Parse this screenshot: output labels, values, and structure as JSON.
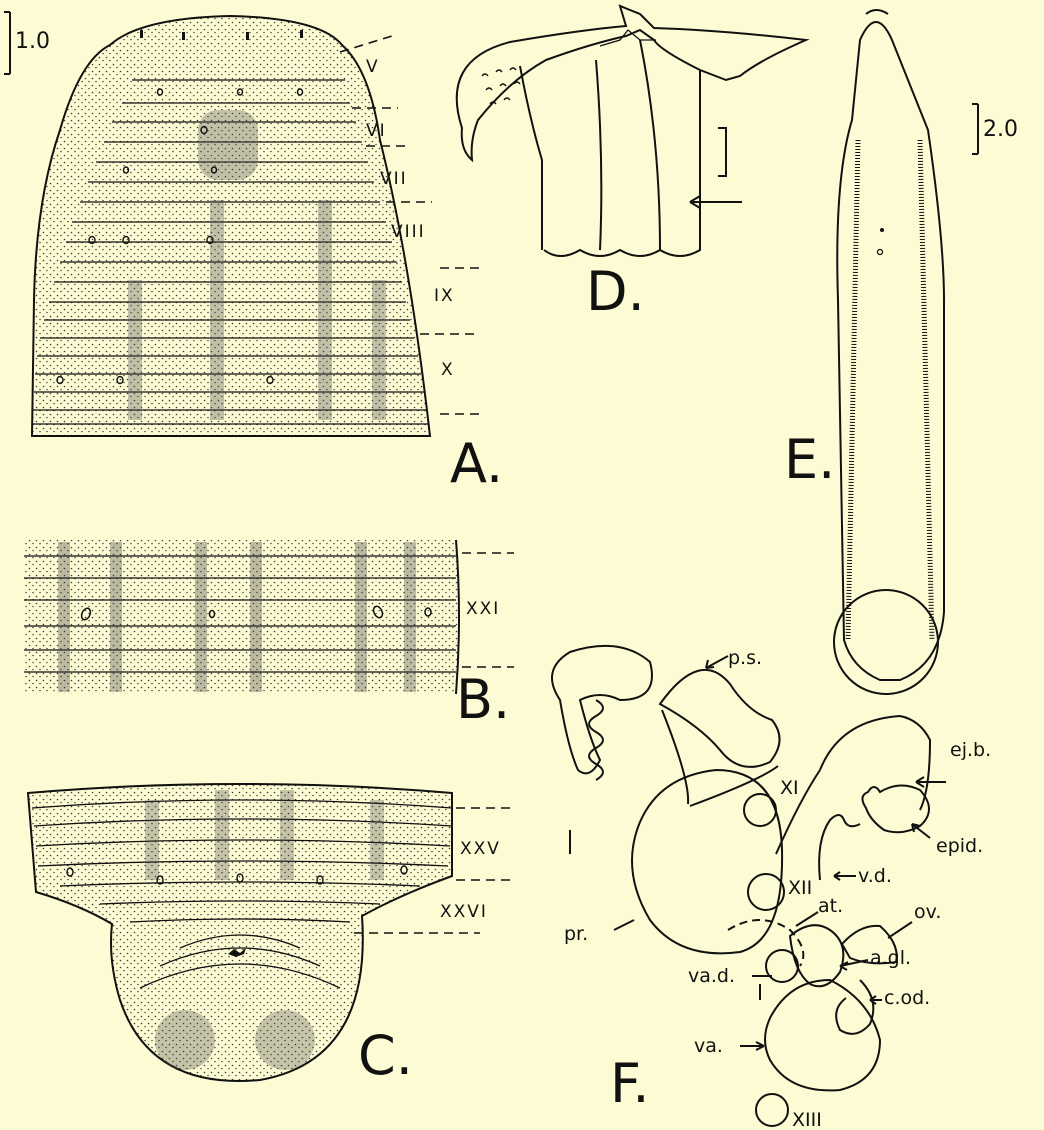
{
  "scales": {
    "a": "1.0",
    "e": "2.0"
  },
  "panels": {
    "a": "A.",
    "b": "B.",
    "c": "C.",
    "d": "D.",
    "e": "E.",
    "f": "F."
  },
  "segments_a": [
    "V",
    "VI",
    "VII",
    "VIII",
    "IX",
    "X"
  ],
  "segments_b": [
    "XXI"
  ],
  "segments_c": [
    "XXV",
    "XXVI"
  ],
  "labels_f": {
    "ps": "p.s.",
    "xi": "XI",
    "ejb": "ej.b.",
    "epid": "epid.",
    "vd": "v.d.",
    "xii": "XII",
    "pr": "pr.",
    "at": "at.",
    "ov": "ov.",
    "agl": "a.gl.",
    "vad": "va.d.",
    "cod": "c.od.",
    "va": "va.",
    "xiii": "XIII"
  },
  "colors": {
    "background": "#fdfbd3",
    "ink": "#111111",
    "stipple": "#3a3a3a"
  }
}
